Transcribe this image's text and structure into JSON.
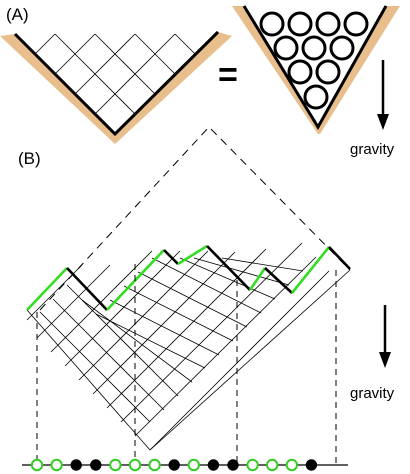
{
  "panels": {
    "a_label": "(A)",
    "b_label": "(B)"
  },
  "equals_sign": "=",
  "gravity_label_top": "gravity",
  "gravity_label_bottom": "gravity",
  "colors": {
    "wall": "#E8BE8C",
    "outline": "#000000",
    "grid": "#000000",
    "highlight": "#33DD22",
    "dashed": "#000000",
    "particle_empty": "#33CC22",
    "particle_filled": "#000000"
  },
  "particle_sequence": [
    "empty",
    "empty",
    "filled",
    "filled",
    "empty",
    "empty",
    "empty",
    "filled",
    "empty",
    "filled",
    "filled",
    "empty",
    "empty",
    "empty",
    "filled"
  ]
}
